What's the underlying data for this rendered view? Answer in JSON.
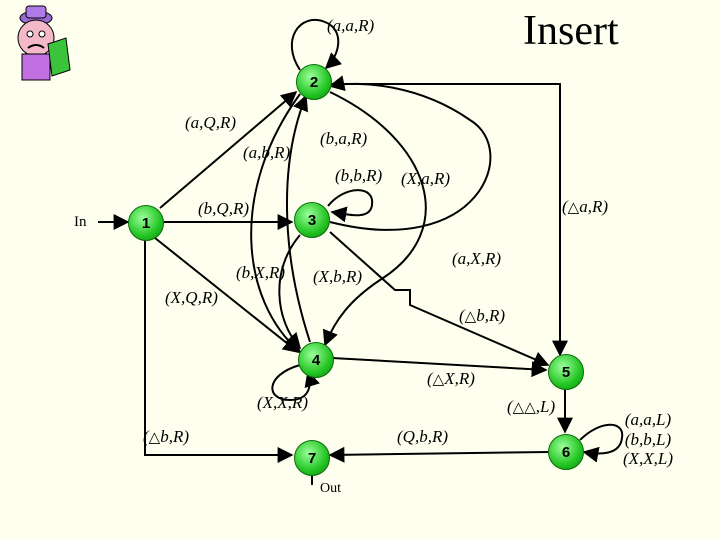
{
  "title": "Insert",
  "states": {
    "s1": "1",
    "s2": "2",
    "s3": "3",
    "s4": "4",
    "s5": "5",
    "s6": "6",
    "s7": "7"
  },
  "io": {
    "in": "In",
    "out": "Out"
  },
  "transitions": {
    "loop2": "(a,a,R)",
    "t1_2": "(a,Q,R)",
    "t2_4": "(a,b,R)",
    "t4_2": "(b,a,R)",
    "loop3": "(b,b,R)",
    "t2_5": "(X,a,R)",
    "t3_2": "(",
    "t3_2_rest": "a,R)",
    "t1_3": "(b,Q,R)",
    "t3_5": "(a,X,R)",
    "t3_4": "(b,X,R)",
    "t4_3": "(X,b,R)",
    "t1_4": "(X,Q,R)",
    "t_b": "(",
    "t_b_rest": "b,R)",
    "t4_5": "(",
    "t4_5_rest": "X,R)",
    "loop4": "(X,X,R)",
    "t5_6": "(",
    "t5_6_rest": ",L)",
    "t1_7": "(",
    "t1_7_rest": "b,R)",
    "t6_7": "(Q,b,R)",
    "loop6": [
      "(a,a,L)",
      "(b,b,L)",
      "(X,X,L)"
    ]
  },
  "blank_symbol": "△"
}
